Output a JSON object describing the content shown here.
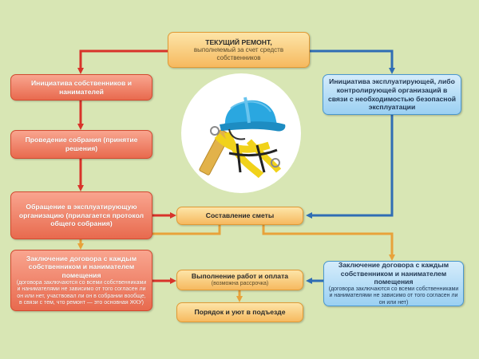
{
  "boxes": {
    "top": {
      "title": "ТЕКУЩИЙ РЕМОНТ,",
      "sub": "выполняемый за счет средств собственников"
    },
    "owners": {
      "title": "Инициатива собственников и нанимателей"
    },
    "meeting": {
      "title": "Проведение собрания (принятие решения)"
    },
    "appeal": {
      "title": "Обращение в эксплуатирующую организацию (прилагается протокол общего собрания)"
    },
    "operator": {
      "title": "Инициатива эксплуатирующей, либо контролирующей организаций в связи с необходимостью безопасной эксплуатации"
    },
    "estimate": {
      "title": "Составление сметы"
    },
    "contract_left": {
      "title": "Заключение договора с каждым собственником и нанимателем помещения",
      "sub": "(договора заключаются со всеми собственниками и нанимателями не зависимо от того согласен ли он или нет, участвовал ли он в собрании вообще, в связи с тем, что ремонт — это основная ЖКУ)"
    },
    "work": {
      "title": "Выполнение работ и оплата",
      "sub": "(возможна рассрочка)"
    },
    "contract_right": {
      "title": "Заключение договора с каждым собственником и нанимателем помещения",
      "sub": "(договора заключаются со всеми собственниками и нанимателями не зависимо от того согласен ли он или нет)"
    },
    "order": {
      "title": "Порядок и уют в подъезде"
    }
  },
  "colors": {
    "background": "#d8e6b4",
    "red_arrow": "#d8332a",
    "blue_arrow": "#2f6db4",
    "orange_arrow": "#e8a23a",
    "helmet": "#2aa7e0",
    "harness": "#f1d21a"
  },
  "illustration": {
    "icon": "helmet-and-safety-harness-icon"
  }
}
